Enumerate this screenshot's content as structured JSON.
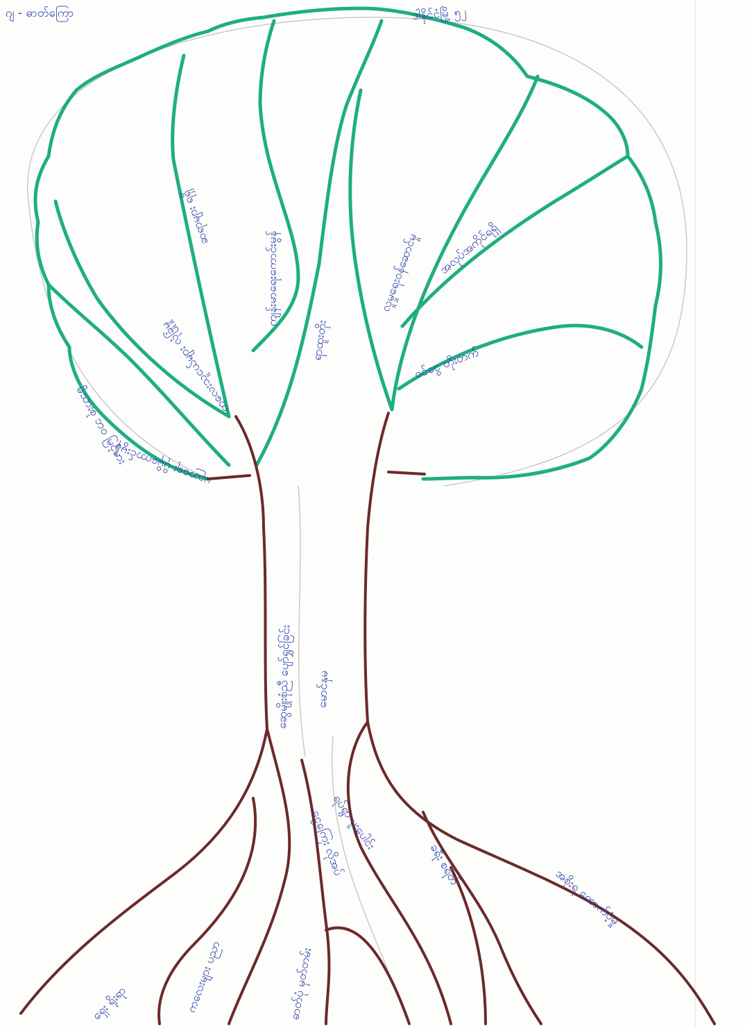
{
  "header": {
    "left_note": "ဂျ - ဓာတ်ကြော",
    "right_note": "ဒါနိုင်ငံမြို့ ၅၂"
  },
  "trunk_labels": [
    "ဆွေမျိုးစုံညီ ပျော်ရွှင်ခြင်း",
    "မောင်နှမ"
  ],
  "branch_labels": [
    "ပညာရေး ပိုမိုကောင်းမွန်",
    "ကလေးသူငယ်များ လုံခြုံမှု",
    "ဆရာများ ရရှိ",
    "ကျန်းမာရေးကောင်းမွန်",
    "ရာထူးတိုး",
    "လူမှုရေးဝန်ဆောင်မှု",
    "အလုပ်အကိုင်ရရှိ",
    "ဝင်ငွေ တိုးတက်",
    "မိသားစု ဘဝ မြင့်မား"
  ],
  "root_labels": [
    "ရှေး ရိုးရာ",
    "ကလေးများ ပညာ",
    "ဓာတ်ပုံ မှတ်တမ်း",
    "ငွေကြေး လိုအပ်",
    "ရပ်ရွာ ပူးပေါင်း",
    "ခရီး စရိတ်",
    "အစိုးရ ထောက်ပံ့မှု"
  ],
  "colors": {
    "crown": "#1fae7f",
    "trunk": "#6b2a2a",
    "handwriting": "#2c3fa8"
  }
}
